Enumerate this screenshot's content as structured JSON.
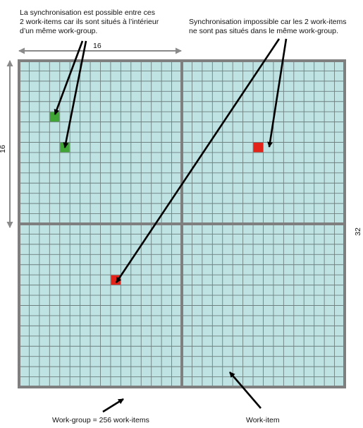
{
  "annotations": {
    "sync_possible": "La synchronisation est possible entre ces\n2 work-items car ils sont situés à l’intérieur\nd’un même work-group.",
    "sync_impossible": "Synchronisation impossible car les 2 work-items\nne sont pas situés dans le même work-group."
  },
  "dimensions": {
    "group_width": "16",
    "group_height": "16",
    "grid_height": "32"
  },
  "labels": {
    "work_group": "Work-group = 256 work-items",
    "work_item": "Work-item"
  },
  "grid": {
    "cells_per_side": 32,
    "cells_per_group": 16,
    "highlighted_items": [
      {
        "col": 3,
        "row": 5,
        "state": "possible"
      },
      {
        "col": 4,
        "row": 8,
        "state": "possible"
      },
      {
        "col": 23,
        "row": 8,
        "state": "impossible"
      },
      {
        "col": 9,
        "row": 21,
        "state": "impossible"
      }
    ]
  },
  "colors": {
    "cell_fill": "#bfe3e3",
    "cell_line": "#6f8080",
    "group_border": "#7f7f7f",
    "possible": "#3fa535",
    "impossible": "#e2231a",
    "arrow": "#000000",
    "dimension_arrow": "#8a8a8a"
  }
}
